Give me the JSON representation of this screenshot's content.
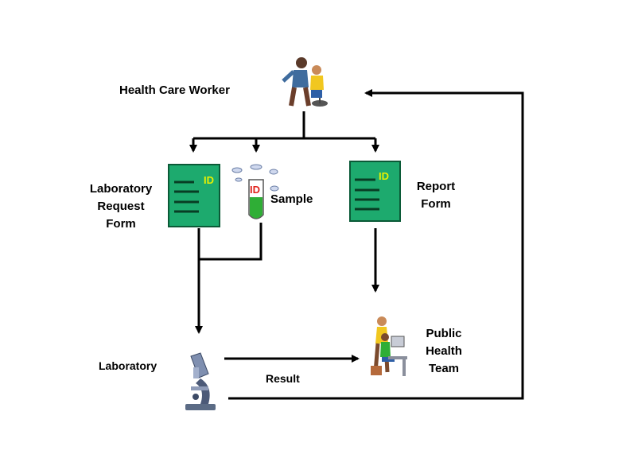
{
  "nodes": {
    "health_care_worker": {
      "label": "Health Care Worker"
    },
    "lab_request_form": {
      "label_lines": [
        "Laboratory",
        "Request",
        "Form"
      ],
      "id_tag": "ID"
    },
    "sample": {
      "label": "Sample",
      "id_tag": "ID"
    },
    "report_form": {
      "label_lines": [
        "Report",
        "Form"
      ],
      "id_tag": "ID"
    },
    "laboratory": {
      "label": "Laboratory"
    },
    "public_health_team": {
      "label_lines": [
        "Public",
        "Health",
        "Team"
      ]
    }
  },
  "edges": {
    "result": {
      "label": "Result"
    }
  },
  "colors": {
    "form_fill": "#1daa6e",
    "form_border": "#0b5a37",
    "id_yellow": "#e8f000",
    "sample_red": "#e0231c",
    "sample_green": "#2fae36",
    "line": "#000000"
  }
}
